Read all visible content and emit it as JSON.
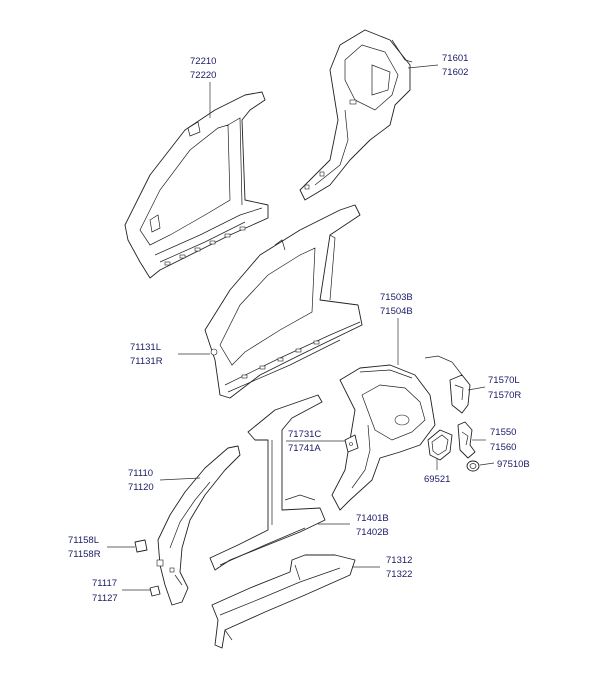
{
  "labels": {
    "quarter_inner_codes": [
      "72210",
      "72220"
    ],
    "quarter_outer_codes": [
      "71601",
      "71602"
    ],
    "side_outer_codes": [
      "71131L",
      "71131R"
    ],
    "quarter_panel_codes": [
      "71503B",
      "71504B"
    ],
    "fuel_housing_codes": [
      "71570L",
      "71570R"
    ],
    "pillar_codes": [
      "71731C",
      "71741A"
    ],
    "bracket_codes": [
      "71550",
      "71560"
    ],
    "cap_code": "97510B",
    "filler_door_code": "69521",
    "front_pillar_codes": [
      "71110",
      "71120"
    ],
    "rocker_inner_codes": [
      "71401B",
      "71402B"
    ],
    "bracket_small_codes": [
      "71158L",
      "71158R"
    ],
    "rocker_outer_codes": [
      "71312",
      "71322"
    ],
    "gusset_codes": [
      "71117",
      "71127"
    ]
  }
}
